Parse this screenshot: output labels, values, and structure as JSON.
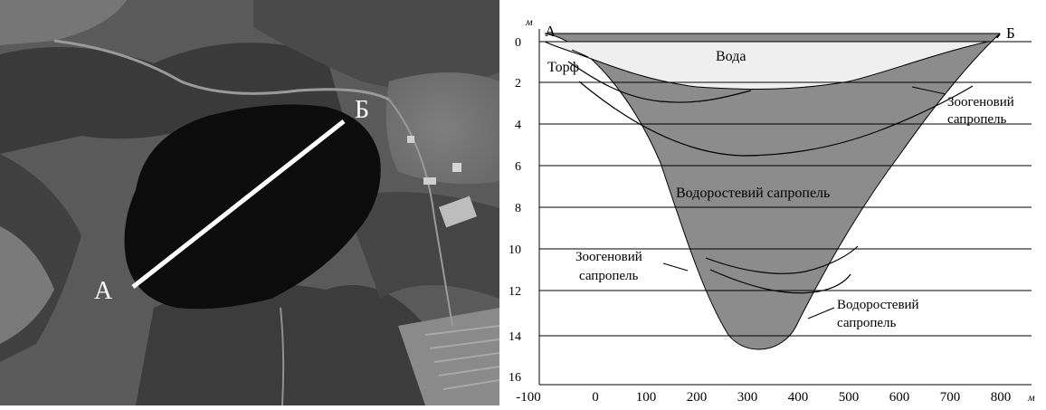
{
  "satellite_photo": {
    "start_label": "А",
    "end_label": "Б"
  },
  "profile": {
    "start_label": "А",
    "end_label": "Б",
    "y_unit": "м",
    "x_unit": "м",
    "y_ticks": [
      "0",
      "2",
      "4",
      "6",
      "8",
      "10",
      "12",
      "14",
      "16"
    ],
    "x_ticks": [
      "-100",
      "0",
      "100",
      "200",
      "300",
      "400",
      "500",
      "600",
      "700",
      "800"
    ],
    "layers": {
      "water": "Вода",
      "peat": "Торф",
      "zoogenic_upper_1": "Зоогеновий",
      "zoogenic_upper_2": "сапропель",
      "algal_main": "Водоростевий сапропель",
      "zoogenic_lower_1": "Зоогеновий",
      "zoogenic_lower_2": "сапропель",
      "algal_lower_1": "Водоростевий",
      "algal_lower_2": "сапропель"
    },
    "colors": {
      "sediment": "#8c8c8c",
      "water": "#efefef",
      "grid": "#000000"
    }
  }
}
